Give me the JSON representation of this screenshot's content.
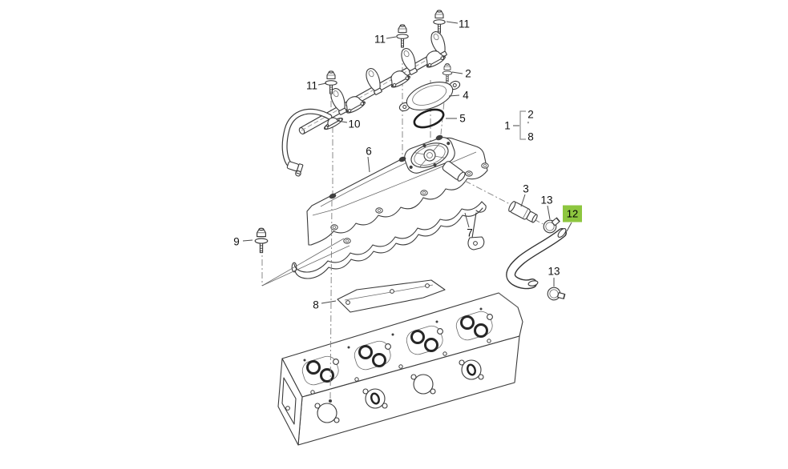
{
  "figure": {
    "background": "#ffffff",
    "line_color": "#3a3a3a",
    "axis_color": "#8a8a8a",
    "highlight": {
      "color": "#8dc63f",
      "text_color": "#000000"
    },
    "callouts": {
      "bolt_11_left": {
        "label": "11"
      },
      "bolt_11_mid": {
        "label": "11"
      },
      "bolt_11_top": {
        "label": "11"
      },
      "bolt_2": {
        "label": "2"
      },
      "cover_4": {
        "label": "4"
      },
      "oring_5": {
        "label": "5"
      },
      "group_1": {
        "label": "1"
      },
      "group_item_2": {
        "label": "2"
      },
      "group_separator": {
        "label": "'"
      },
      "group_item_8": {
        "label": "8"
      },
      "bracket_10": {
        "label": "10"
      },
      "valve_cover_6": {
        "label": "6"
      },
      "connector_3": {
        "label": "3"
      },
      "clamp_13_upper": {
        "label": "13"
      },
      "hose_12": {
        "label": "12",
        "highlighted": true
      },
      "clamp_13_lower": {
        "label": "13"
      },
      "gasket_7": {
        "label": "7"
      },
      "bolt_9": {
        "label": "9"
      },
      "gasket_8": {
        "label": "8"
      }
    }
  }
}
